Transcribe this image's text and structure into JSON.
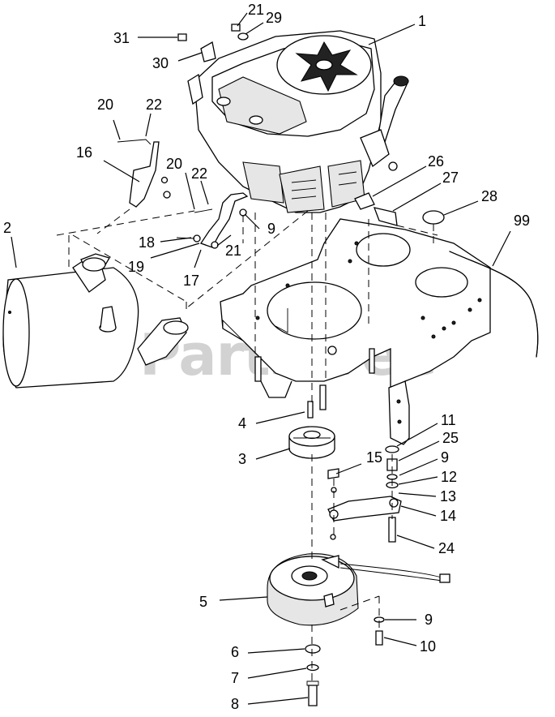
{
  "watermark": {
    "text": "PartsTree",
    "tm": "™"
  },
  "callouts": [
    {
      "id": "1",
      "label": "1"
    },
    {
      "id": "21a",
      "label": "21"
    },
    {
      "id": "29",
      "label": "29"
    },
    {
      "id": "31",
      "label": "31"
    },
    {
      "id": "30",
      "label": "30"
    },
    {
      "id": "20a",
      "label": "20"
    },
    {
      "id": "22a",
      "label": "22"
    },
    {
      "id": "16",
      "label": "16"
    },
    {
      "id": "20b",
      "label": "20"
    },
    {
      "id": "22b",
      "label": "22"
    },
    {
      "id": "26",
      "label": "26"
    },
    {
      "id": "27",
      "label": "27"
    },
    {
      "id": "28",
      "label": "28"
    },
    {
      "id": "99",
      "label": "99"
    },
    {
      "id": "2",
      "label": "2"
    },
    {
      "id": "9a",
      "label": "9"
    },
    {
      "id": "18",
      "label": "18"
    },
    {
      "id": "21b",
      "label": "21"
    },
    {
      "id": "19",
      "label": "19"
    },
    {
      "id": "17",
      "label": "17"
    },
    {
      "id": "4",
      "label": "4"
    },
    {
      "id": "11",
      "label": "11"
    },
    {
      "id": "25",
      "label": "25"
    },
    {
      "id": "15",
      "label": "15"
    },
    {
      "id": "3",
      "label": "3"
    },
    {
      "id": "9b",
      "label": "9"
    },
    {
      "id": "12",
      "label": "12"
    },
    {
      "id": "13",
      "label": "13"
    },
    {
      "id": "14",
      "label": "14"
    },
    {
      "id": "24",
      "label": "24"
    },
    {
      "id": "5",
      "label": "5"
    },
    {
      "id": "9c",
      "label": "9"
    },
    {
      "id": "10",
      "label": "10"
    },
    {
      "id": "6",
      "label": "6"
    },
    {
      "id": "7",
      "label": "7"
    },
    {
      "id": "8",
      "label": "8"
    }
  ]
}
